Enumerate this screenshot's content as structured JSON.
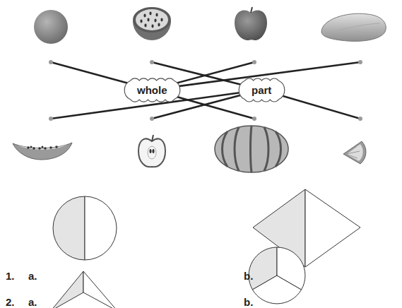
{
  "diagram": {
    "nodes": [
      {
        "text": [
          "whole"
        ]
      },
      {
        "text": [
          "part"
        ]
      }
    ],
    "labels": [
      "1.",
      "a.",
      "b.",
      "2.",
      "a.",
      "b."
    ]
  }
}
